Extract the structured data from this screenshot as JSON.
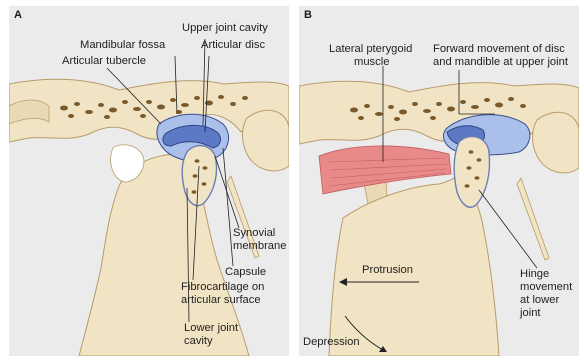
{
  "panel_a": {
    "letter": "A",
    "labels": {
      "upper_joint_cavity": "Upper joint cavity",
      "mandibular_fossa": "Mandibular fossa",
      "articular_disc": "Articular disc",
      "articular_tubercle": "Articular tubercle",
      "synovial_membrane_1": "Synovial",
      "synovial_membrane_2": "membrane",
      "capsule": "Capsule",
      "fibrocartilage_1": "Fibrocartilage on",
      "fibrocartilage_2": "articular surface",
      "lower_joint_cavity_1": "Lower joint",
      "lower_joint_cavity_2": "cavity"
    }
  },
  "panel_b": {
    "letter": "B",
    "labels": {
      "lateral_pterygoid_1": "Lateral pterygoid",
      "lateral_pterygoid_2": "muscle",
      "forward_movement_1": "Forward movement of disc",
      "forward_movement_2": "and mandible at upper joint",
      "protrusion": "Protrusion",
      "hinge_1": "Hinge",
      "hinge_2": "movement",
      "hinge_3": "at lower",
      "hinge_4": "joint",
      "depression": "Depression"
    }
  },
  "colors": {
    "panel_bg": "#ebebec",
    "bone": "#f1e4c4",
    "bone_outline": "#b89c6a",
    "cancellous": "#7a5a2a",
    "disc": "#5b79c4",
    "cavity": "#aac0ea",
    "muscle": "#e88a8a",
    "leader": "#222222"
  }
}
